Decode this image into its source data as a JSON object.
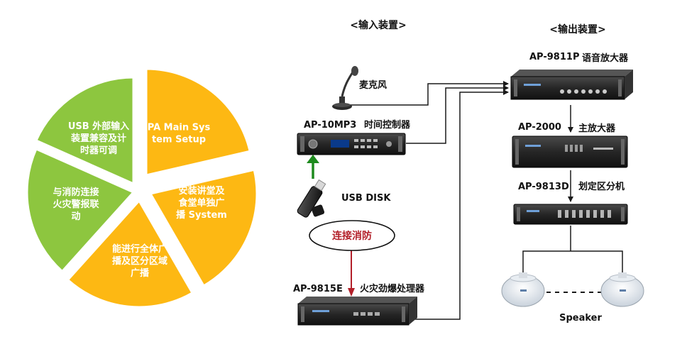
{
  "colors": {
    "green": "#8DC63F",
    "orange": "#FDB813",
    "arrow_green": "#1E8A1E",
    "arrow_red": "#B3202A",
    "device_dark": "#2B2B2B",
    "line": "#1A1A1A"
  },
  "pie": {
    "segments": [
      {
        "lines": [
          "PA Main Sys",
          "tem Setup"
        ],
        "color": "orange"
      },
      {
        "lines": [
          "安装讲堂及",
          "食堂单独广",
          "播 System"
        ],
        "color": "orange"
      },
      {
        "lines": [
          "能进行全体广",
          "播及区分区域",
          "广播"
        ],
        "color": "orange"
      },
      {
        "lines": [
          "与消防连接",
          "火灾警报联",
          "动"
        ],
        "color": "green"
      },
      {
        "lines": [
          "USB 外部输入",
          "装置兼容及计",
          "时器可调"
        ],
        "color": "green"
      }
    ]
  },
  "headers": {
    "input": "<输入装置>",
    "output": "<输出装置>"
  },
  "inputs": {
    "mic_label": "麦克风",
    "timer_model": "AP-10MP3",
    "timer_label": "时间控制器",
    "usb_label": "USB DISK",
    "fire_link": "连接消防",
    "fire_model": "AP-9815E",
    "fire_label": "火灾劲爆处理器"
  },
  "outputs": {
    "preamp_model": "AP-9811P",
    "preamp_label": "语音放大器",
    "amp_model": "AP-2000",
    "amp_label": "主放大器",
    "zone_model": "AP-9813D",
    "zone_label": "划定区分机",
    "speaker_label": "Speaker"
  },
  "icons": {
    "microphone": "microphone-icon",
    "usb": "usb-stick-icon",
    "speaker": "ceiling-speaker-icon"
  }
}
